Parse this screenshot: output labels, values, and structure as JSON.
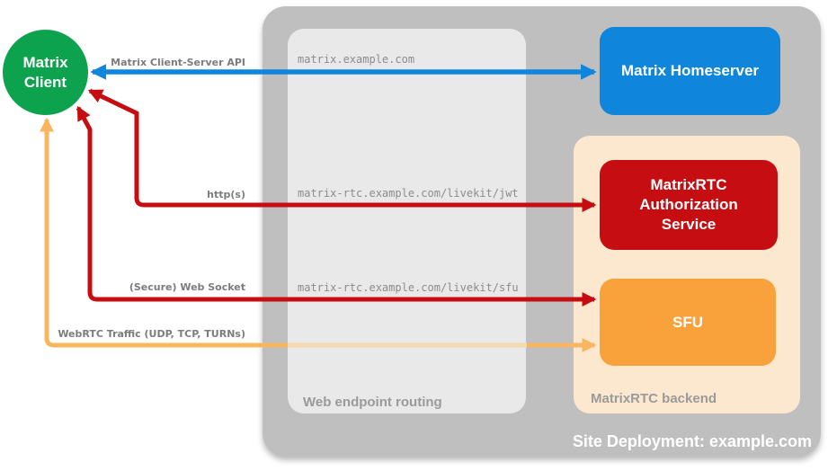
{
  "client": {
    "label": "Matrix Client",
    "color": "#0CA24E"
  },
  "deployment": {
    "caption": "Site Deployment: example.com",
    "container_color": "#BFBFBF",
    "routing": {
      "label": "Web endpoint routing",
      "bg_color": "#E9E9E9",
      "endpoints": [
        "matrix.example.com",
        "matrix-rtc.example.com/livekit/jwt",
        "matrix-rtc.example.com/livekit/sfu"
      ]
    },
    "homeserver": {
      "label": "Matrix Homeserver",
      "color": "#0F86DC"
    },
    "backend": {
      "label": "MatrixRTC backend",
      "bg_color": "#FCE8CF",
      "auth_service": {
        "label": "MatrixRTC Authorization Service",
        "color": "#C60D12"
      },
      "sfu": {
        "label": "SFU",
        "color": "#F9A23B"
      }
    }
  },
  "connections": [
    {
      "name": "matrix-client-server-api",
      "label": "Matrix Client-Server API",
      "color": "#0F86DC"
    },
    {
      "name": "https",
      "label": "http(s)",
      "color": "#C60D12"
    },
    {
      "name": "secure-web-socket",
      "label": "(Secure) Web Socket",
      "color": "#C60D12"
    },
    {
      "name": "webrtc-traffic",
      "label": "WebRTC Traffic (UDP, TCP, TURNs)",
      "color": "#F9B55F",
      "muted_color": "#F4D8AD"
    }
  ]
}
